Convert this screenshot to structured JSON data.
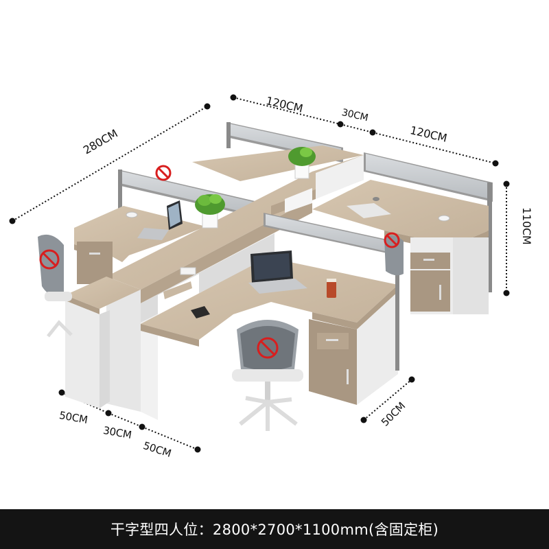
{
  "dimensions": {
    "overall_width": "280CM",
    "top_left": "120CM",
    "top_gap": "30CM",
    "top_right": "120CM",
    "height": "110CM",
    "depth_right": "50CM",
    "bottom_left": "50CM",
    "bottom_gap": "30CM",
    "bottom_right": "50CM"
  },
  "caption": "干字型四人位：2800*2700*1100mm(含固定柜)",
  "colors": {
    "wood": "#c9b8a2",
    "wood_dark": "#a99782",
    "white_panel": "#ececec",
    "frame": "#9a9a9a",
    "caption_bg": "#141414",
    "no_sign": "#d81e1e"
  },
  "icons": [
    "no-sign-icon",
    "potted-plant",
    "laptop",
    "coffee-cup",
    "phone",
    "office-chair"
  ]
}
